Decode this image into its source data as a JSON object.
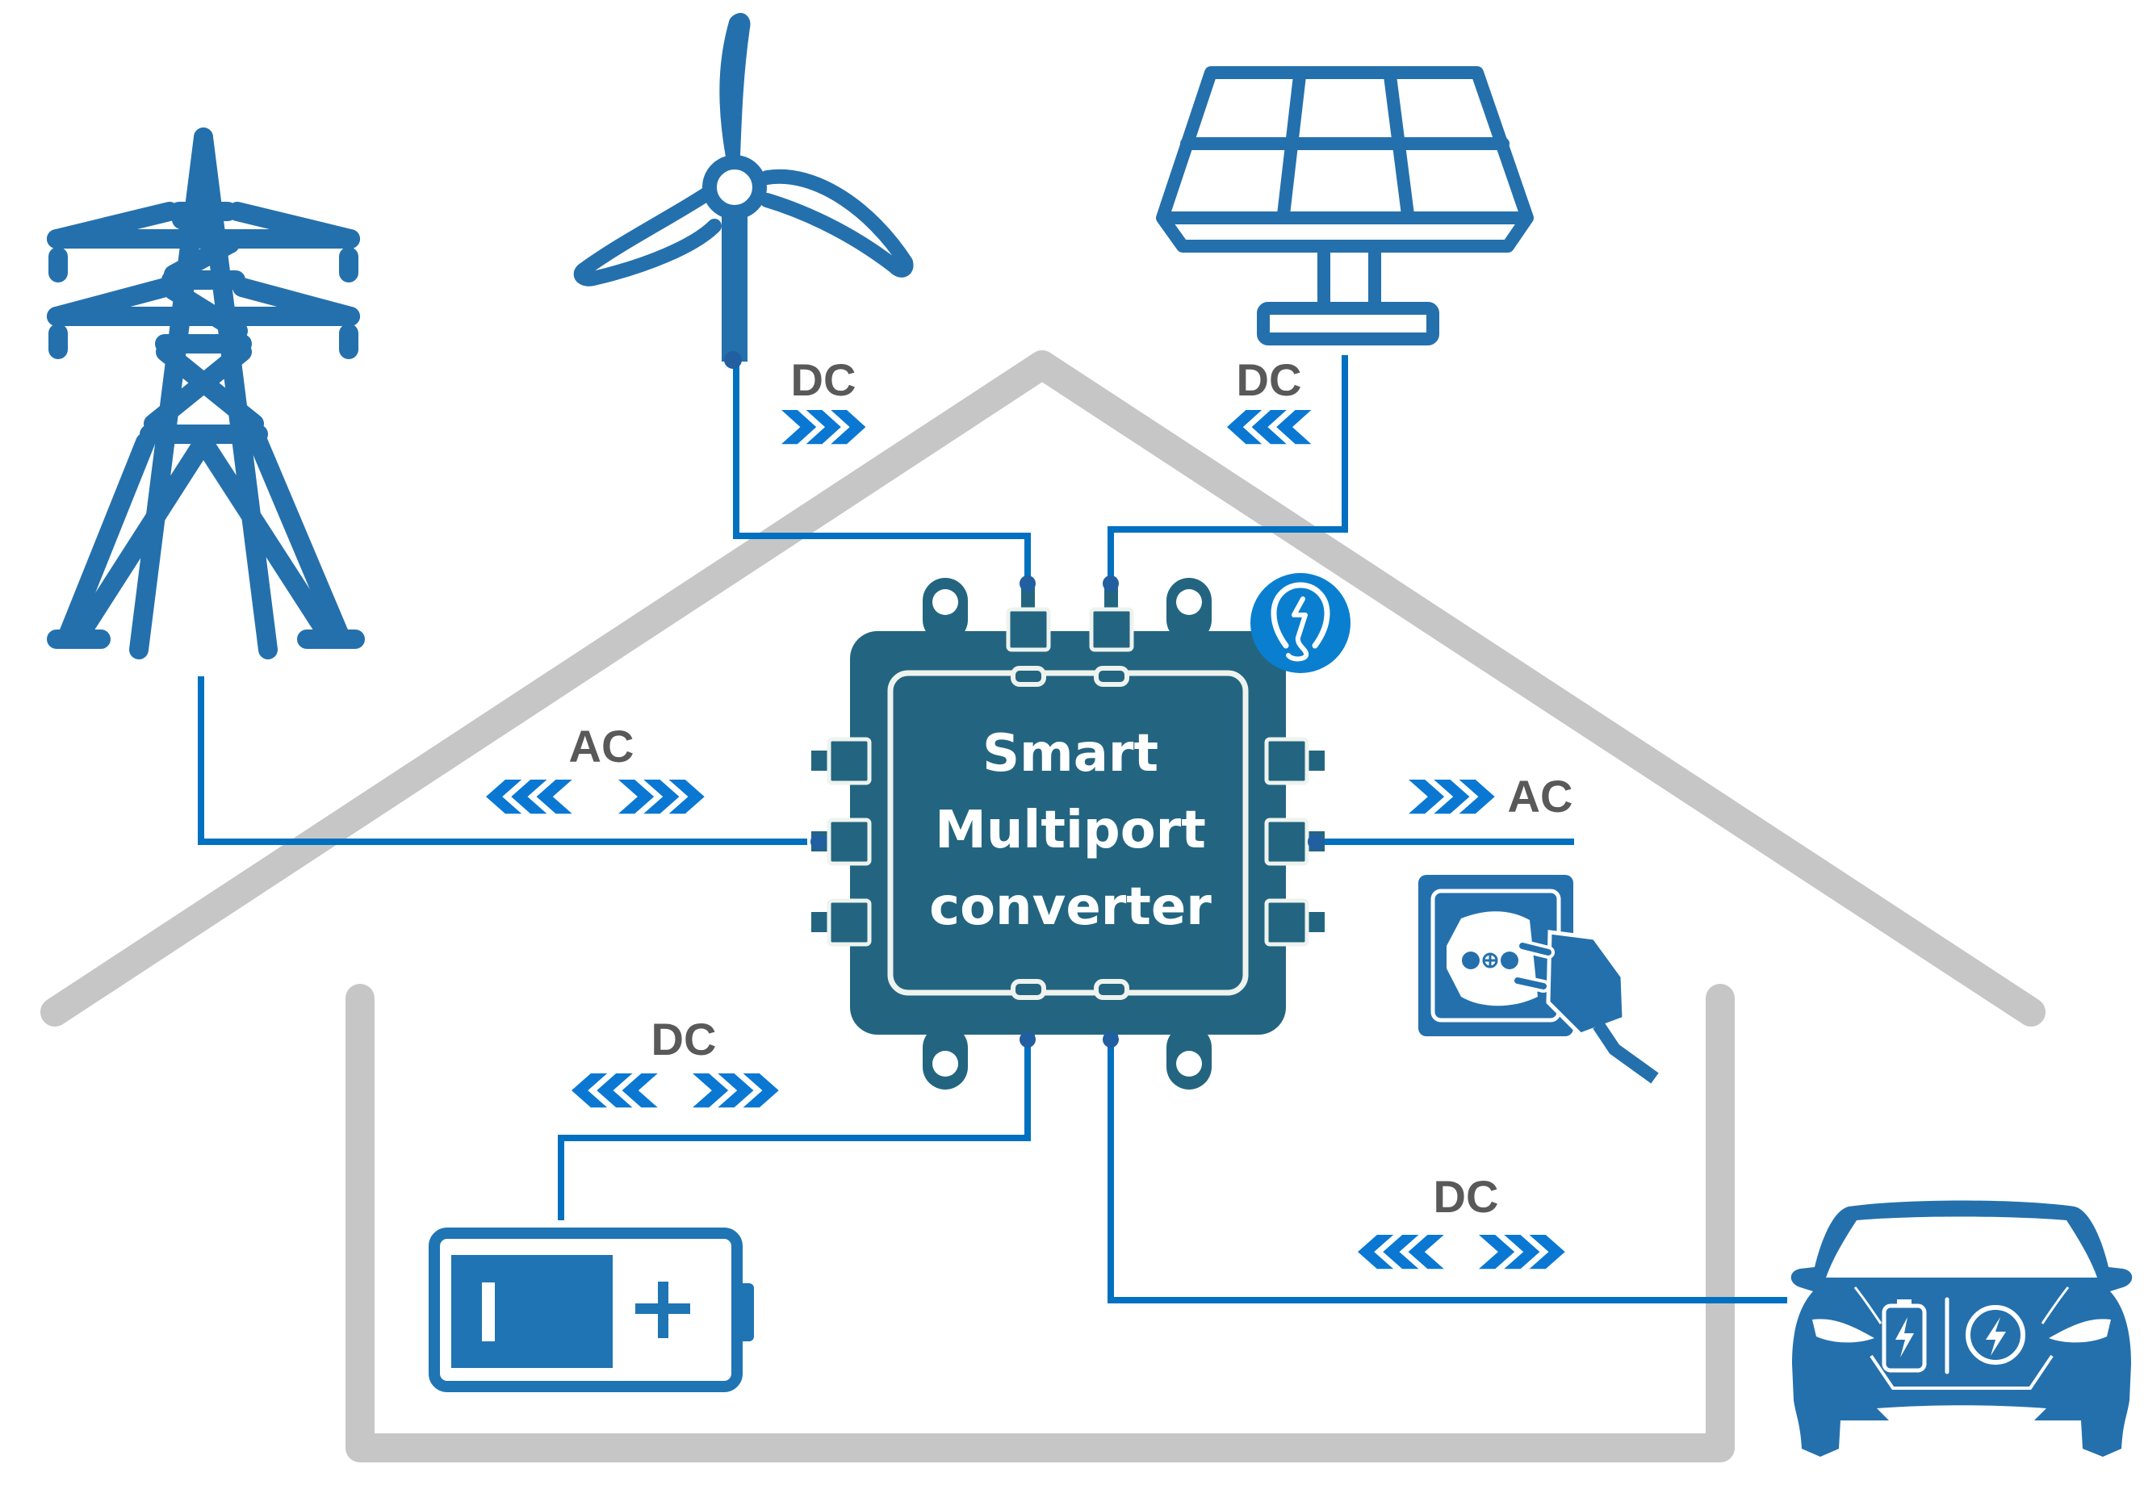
{
  "diagram": {
    "title": "Smart Multiport converter",
    "converter": {
      "line1": "Smart",
      "line2": "Multiport",
      "line3": "converter",
      "body_color": "#236580",
      "badge_icon": "lightbulb-bolt-icon",
      "badge_color": "#0a7fcf"
    },
    "sources": [
      {
        "id": "grid",
        "icon": "transmission-tower-icon",
        "label": "AC",
        "direction": "bidirectional"
      },
      {
        "id": "wind",
        "icon": "wind-turbine-icon",
        "label": "DC",
        "direction": "to-converter"
      },
      {
        "id": "solar",
        "icon": "solar-panel-icon",
        "label": "DC",
        "direction": "to-converter"
      },
      {
        "id": "outlet",
        "icon": "power-outlet-plug-icon",
        "label": "AC",
        "direction": "from-converter"
      },
      {
        "id": "battery",
        "icon": "battery-icon",
        "label": "DC",
        "direction": "bidirectional"
      },
      {
        "id": "ev",
        "icon": "electric-car-icon",
        "label": "DC",
        "direction": "bidirectional"
      }
    ],
    "labels": {
      "grid": "AC",
      "wind": "DC",
      "solar": "DC",
      "outlet": "AC",
      "battery": "DC",
      "ev": "DC"
    },
    "colors": {
      "icon": "#2470ad",
      "wire": "#0070c0",
      "arrow": "#0a78d2",
      "label_text": "#595959",
      "house_outline": "#c6c6c6"
    }
  }
}
